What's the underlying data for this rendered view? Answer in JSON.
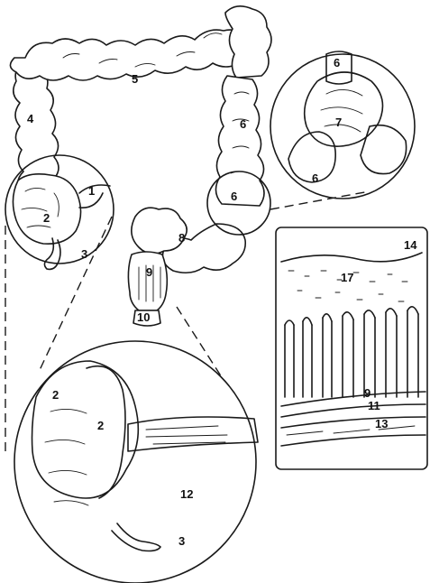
{
  "labels": {
    "l1": "1",
    "l2a": "2",
    "l2b": "2",
    "l2c": "2",
    "l3a": "3",
    "l3b": "3",
    "l4": "4",
    "l5": "5",
    "l6a": "6",
    "l6b": "6",
    "l6c": "6",
    "l6d": "6",
    "l7": "7",
    "l8": "8",
    "l9a": "9",
    "l9b": "9",
    "l10": "10",
    "l11": "11",
    "l12": "12",
    "l13": "13",
    "l14": "14",
    "l17": "17"
  }
}
